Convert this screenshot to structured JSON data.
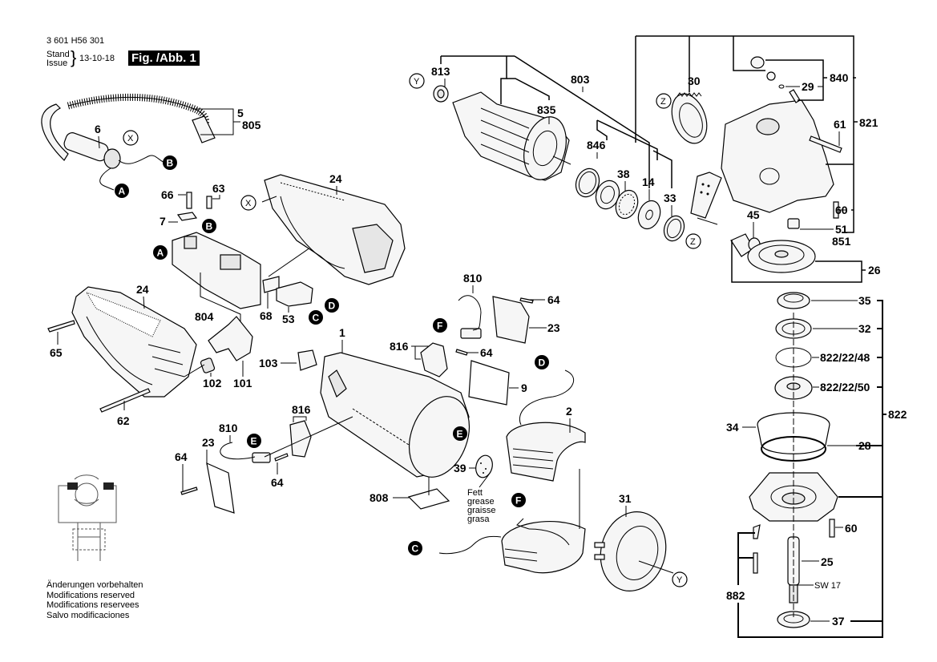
{
  "header": {
    "part_number": "3 601 H56 301",
    "stand_label": "Stand",
    "issue_label": "Issue",
    "date": "13-10-18",
    "figure_label": "Fig. /Abb. 1"
  },
  "footer": {
    "lines": [
      "Änderungen vorbehalten",
      "Modifications reserved",
      "Modifications reservees",
      "Salvo modificaciones"
    ]
  },
  "grease_note": [
    "Fett",
    "grease",
    "graisse",
    "grasa"
  ],
  "wrench_size": "SW 17",
  "callouts": {
    "c5": "5",
    "c805": "805",
    "c6a": "6",
    "c66": "66",
    "c63": "63",
    "c7": "7",
    "c24a": "24",
    "c24b": "24",
    "c804": "804",
    "c68": "68",
    "c53": "53",
    "c65": "65",
    "c62": "62",
    "c102": "102",
    "c101": "101",
    "c103": "103",
    "c1": "1",
    "c813": "813",
    "c803": "803",
    "c835": "835",
    "c846": "846",
    "c38": "38",
    "c14": "14",
    "c33": "33",
    "c30": "30",
    "c840": "840",
    "c29": "29",
    "c821": "821",
    "c61": "61",
    "c60a": "60",
    "c51": "51",
    "c851": "851",
    "c45": "45",
    "c26": "26",
    "c35": "35",
    "c32": "32",
    "c822_22_48": "822/22/48",
    "c822_22_50": "822/22/50",
    "c822": "822",
    "c34": "34",
    "c28": "28",
    "c60b": "60",
    "c25": "25",
    "c882": "882",
    "c37": "37",
    "c810a": "810",
    "c64a": "64",
    "c23a": "23",
    "c816a": "816",
    "c64b": "64",
    "c9": "9",
    "c2": "2",
    "c810b": "810",
    "c816b": "816",
    "c23b": "23",
    "c64c": "64",
    "c64d": "64",
    "c808": "808",
    "c39": "39",
    "c31": "31"
  },
  "connectors": {
    "A": "A",
    "B": "B",
    "C": "C",
    "D": "D",
    "E": "E",
    "F": "F",
    "X": "X",
    "Y": "Y",
    "Z": "Z"
  }
}
